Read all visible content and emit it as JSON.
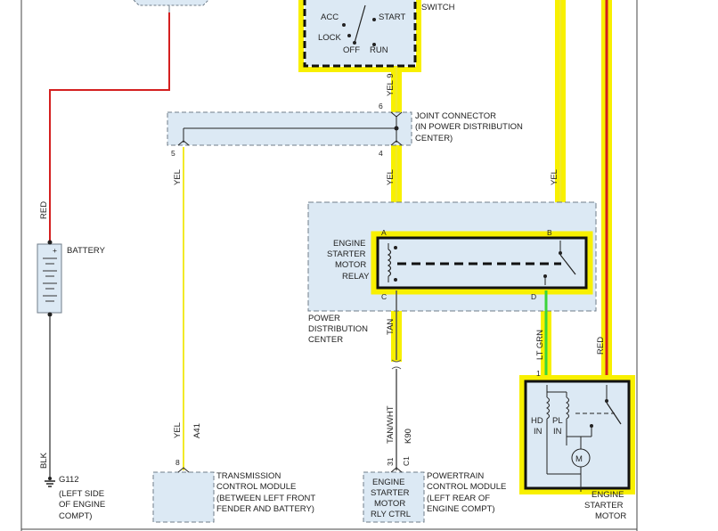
{
  "colors": {
    "red_wire": "#d42020",
    "yellow_wire": "#f2ea28",
    "highlight": "#f8f000",
    "green_wire": "#3ad43a",
    "gray_wire": "#555555",
    "module_fill": "#dce9f4",
    "module_stroke": "#6f7d8a"
  },
  "ignition_switch": {
    "title": "SWITCH",
    "acc": "ACC",
    "start": "START",
    "lock": "LOCK",
    "off": "OFF",
    "run": "RUN"
  },
  "joint_connector": {
    "line1": "JOINT CONNECTOR",
    "line2": "(IN POWER DISTRIBUTION",
    "line3": "CENTER)",
    "pin_top": "6",
    "pin_right": "4",
    "pin_left": "5"
  },
  "relay": {
    "line1": "ENGINE",
    "line2": "STARTER",
    "line3": "MOTOR",
    "line4": "RELAY",
    "pin_a": "A",
    "pin_b": "B",
    "pin_c": "C",
    "pin_d": "D"
  },
  "pdc": {
    "line1": "POWER",
    "line2": "DISTRIBUTION",
    "line3": "CENTER"
  },
  "battery": {
    "label": "BATTERY",
    "plus": "+"
  },
  "ground": {
    "line1": "G112",
    "line2": "(LEFT SIDE",
    "line3": "OF ENGINE",
    "line4": "COMPT)"
  },
  "tcm": {
    "pin": "8",
    "line1": "TRANSMISSION",
    "line2": "CONTROL MODULE",
    "line3": "(BETWEEN LEFT FRONT",
    "line4": "FENDER AND BATTERY)"
  },
  "pcm": {
    "pin": "31",
    "connector": "C1",
    "line1": "POWERTRAIN",
    "line2": "CONTROL MODULE",
    "line3": "(LEFT REAR OF",
    "line4": "ENGINE COMPT)",
    "inner1": "ENGINE",
    "inner2": "STARTER",
    "inner3": "MOTOR",
    "inner4": "RLY CTRL"
  },
  "starter": {
    "hd": "HD",
    "in1": "IN",
    "pl": "PL",
    "in2": "IN",
    "motor": "M",
    "line1": "ENGINE",
    "line2": "STARTER",
    "line3": "MOTOR",
    "pin": "1"
  },
  "wires": {
    "red": "RED",
    "yel": "YEL",
    "yel9": "YEL 9",
    "tan": "TAN",
    "tanwht": "TAN/WHT",
    "ltgrn": "LT GRN",
    "blk": "BLK",
    "a41": "A41",
    "k90": "K90"
  }
}
